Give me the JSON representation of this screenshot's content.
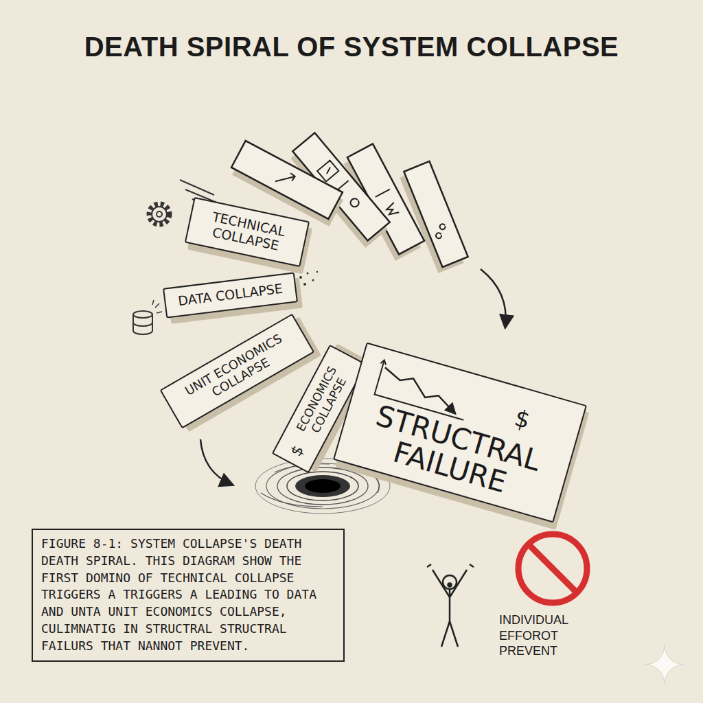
{
  "diagram": {
    "title": "DEATH SPIRAL OF SYSTEM COLLAPSE",
    "caption": "FIGURE 8-1: SYSTEM COLLAPSE'S DEATH DEATH SPIRAL. THIS DIAGRAM SHOW THE FIRST DOMINO OF TECHNICAL COLLAPSE TRIGGERS A TRIGGERS A LEADING TO DATA AND UNTA UNIT ECONOMICS COLLAPSE, CULIMNATIG IN STRUCTRAL STRUCTRAL FAILURS THAT NANNOT PREVENT.",
    "nodes": [
      {
        "text": [
          "TECHNICAL COLLAPSE"
        ]
      },
      {
        "text": [
          "DATA COLLAPSE"
        ]
      },
      {
        "text": [
          "UNIT ECONOMICS COLLAPSE"
        ]
      },
      {
        "text": [
          "$",
          "ECONOMICS COLLAPSE"
        ]
      },
      {
        "text": [
          "$",
          "STRUCTRAL FAILURE"
        ]
      }
    ],
    "labels": [
      "INDIVIDUAL EFFOROT PREVENT"
    ]
  }
}
